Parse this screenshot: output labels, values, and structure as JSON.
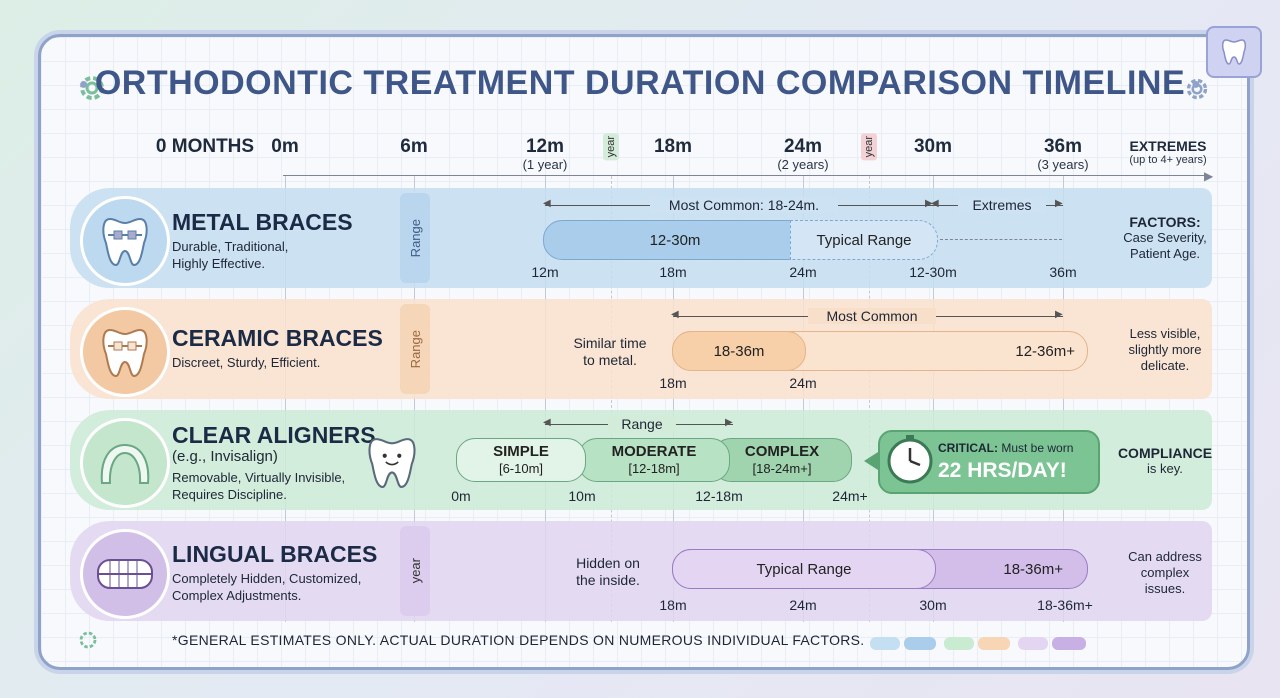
{
  "title": "ORTHODONTIC TREATMENT DURATION COMPARISON TIMELINE",
  "axis": {
    "start": "0 MONTHS",
    "ticks": [
      {
        "label": "0m",
        "sub": ""
      },
      {
        "label": "6m",
        "sub": ""
      },
      {
        "label": "12m",
        "sub": "(1 year)"
      },
      {
        "label": "18m",
        "sub": ""
      },
      {
        "label": "24m",
        "sub": "(2 years)"
      },
      {
        "label": "30m",
        "sub": ""
      },
      {
        "label": "36m",
        "sub": "(3 years)"
      }
    ],
    "year_tag": "year",
    "extremes": "EXTREMES",
    "extremes_sub": "(up to 4+ years)"
  },
  "rows": {
    "metal": {
      "name": "METAL BRACES",
      "desc1": "Durable, Traditional,",
      "desc2": "Highly Effective.",
      "tag": "Range",
      "bracket_common": "Most Common: 18-24m.",
      "bracket_extremes": "Extremes",
      "bar_label": "12-30m",
      "bar_label2": "Typical Range",
      "ticks": [
        "12m",
        "18m",
        "24m",
        "12-30m",
        "36m"
      ],
      "factors_title": "FACTORS:",
      "factors1": "Case Severity,",
      "factors2": "Patient Age."
    },
    "ceramic": {
      "name": "CERAMIC BRACES",
      "desc1": "Discreet, Sturdy, Efficient.",
      "tag": "Range",
      "note1": "Similar time",
      "note2": "to metal.",
      "bracket_common": "Most Common",
      "bar_label": "18-36m",
      "bar_label2": "12-36m+",
      "ticks": [
        "18m",
        "24m"
      ],
      "factors1": "Less visible,",
      "factors2": "slightly more",
      "factors3": "delicate."
    },
    "clear": {
      "name": "CLEAR ALIGNERS",
      "sub": "(e.g., Invisalign)",
      "desc1": "Removable, Virtually Invisible,",
      "desc2": "Requires Discipline.",
      "bracket_range": "Range",
      "stages": [
        {
          "title": "SIMPLE",
          "range": "[6-10m]"
        },
        {
          "title": "MODERATE",
          "range": "[12-18m]"
        },
        {
          "title": "COMPLEX",
          "range": "[18-24m+]"
        }
      ],
      "ticks": [
        "0m",
        "10m",
        "12-18m",
        "24m+"
      ],
      "critical_label": "CRITICAL:",
      "critical_text": "Must be worn",
      "critical_big": "22 HRS/DAY!",
      "factors_title": "COMPLIANCE",
      "factors1": "is key."
    },
    "lingual": {
      "name": "LINGUAL BRACES",
      "desc1": "Completely Hidden, Customized,",
      "desc2": "Complex Adjustments.",
      "tag": "year",
      "note1": "Hidden on",
      "note2": "the inside.",
      "bar_label": "Typical Range",
      "bar_label2": "18-36m+",
      "ticks": [
        "18m",
        "24m",
        "30m",
        "18-36m+"
      ],
      "factors1": "Can address",
      "factors2": "complex",
      "factors3": "issues."
    }
  },
  "footnote": "*GENERAL ESTIMATES ONLY. ACTUAL DURATION DEPENDS ON NUMEROUS INDIVIDUAL FACTORS.",
  "colors": {
    "metal": "#a9cdea",
    "ceramic": "#f7cfa8",
    "clear": "#b8e2c4",
    "lingual": "#cdb6e6",
    "title": "#3f5688"
  }
}
